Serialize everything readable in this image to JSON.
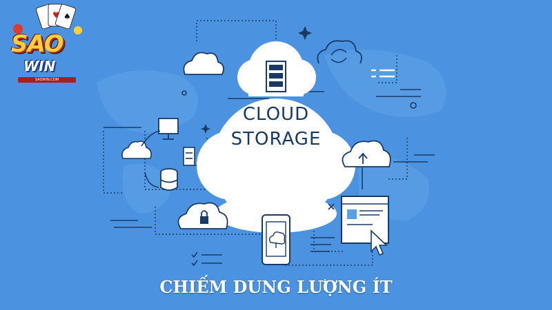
{
  "logo": {
    "brand_top": "SAO",
    "brand_bottom": "WIN",
    "url": "SAOWIN.COM"
  },
  "diagram": {
    "center_line1": "CLOUD",
    "center_line2": "STORAGE"
  },
  "caption": "CHIẾM DUNG LƯỢNG ÍT",
  "colors": {
    "background": "#4b93e0",
    "line": "#1a3a66",
    "cloud_fill": "#ffffff",
    "accent": "#5aa0e6"
  },
  "icons": [
    "server-icon",
    "monitor-icon",
    "database-icon",
    "smartphone-icon",
    "browser-window-icon",
    "lock-icon",
    "mouse-cursor-icon",
    "sparkle-icon",
    "refresh-icon",
    "upload-arrow-icon"
  ]
}
